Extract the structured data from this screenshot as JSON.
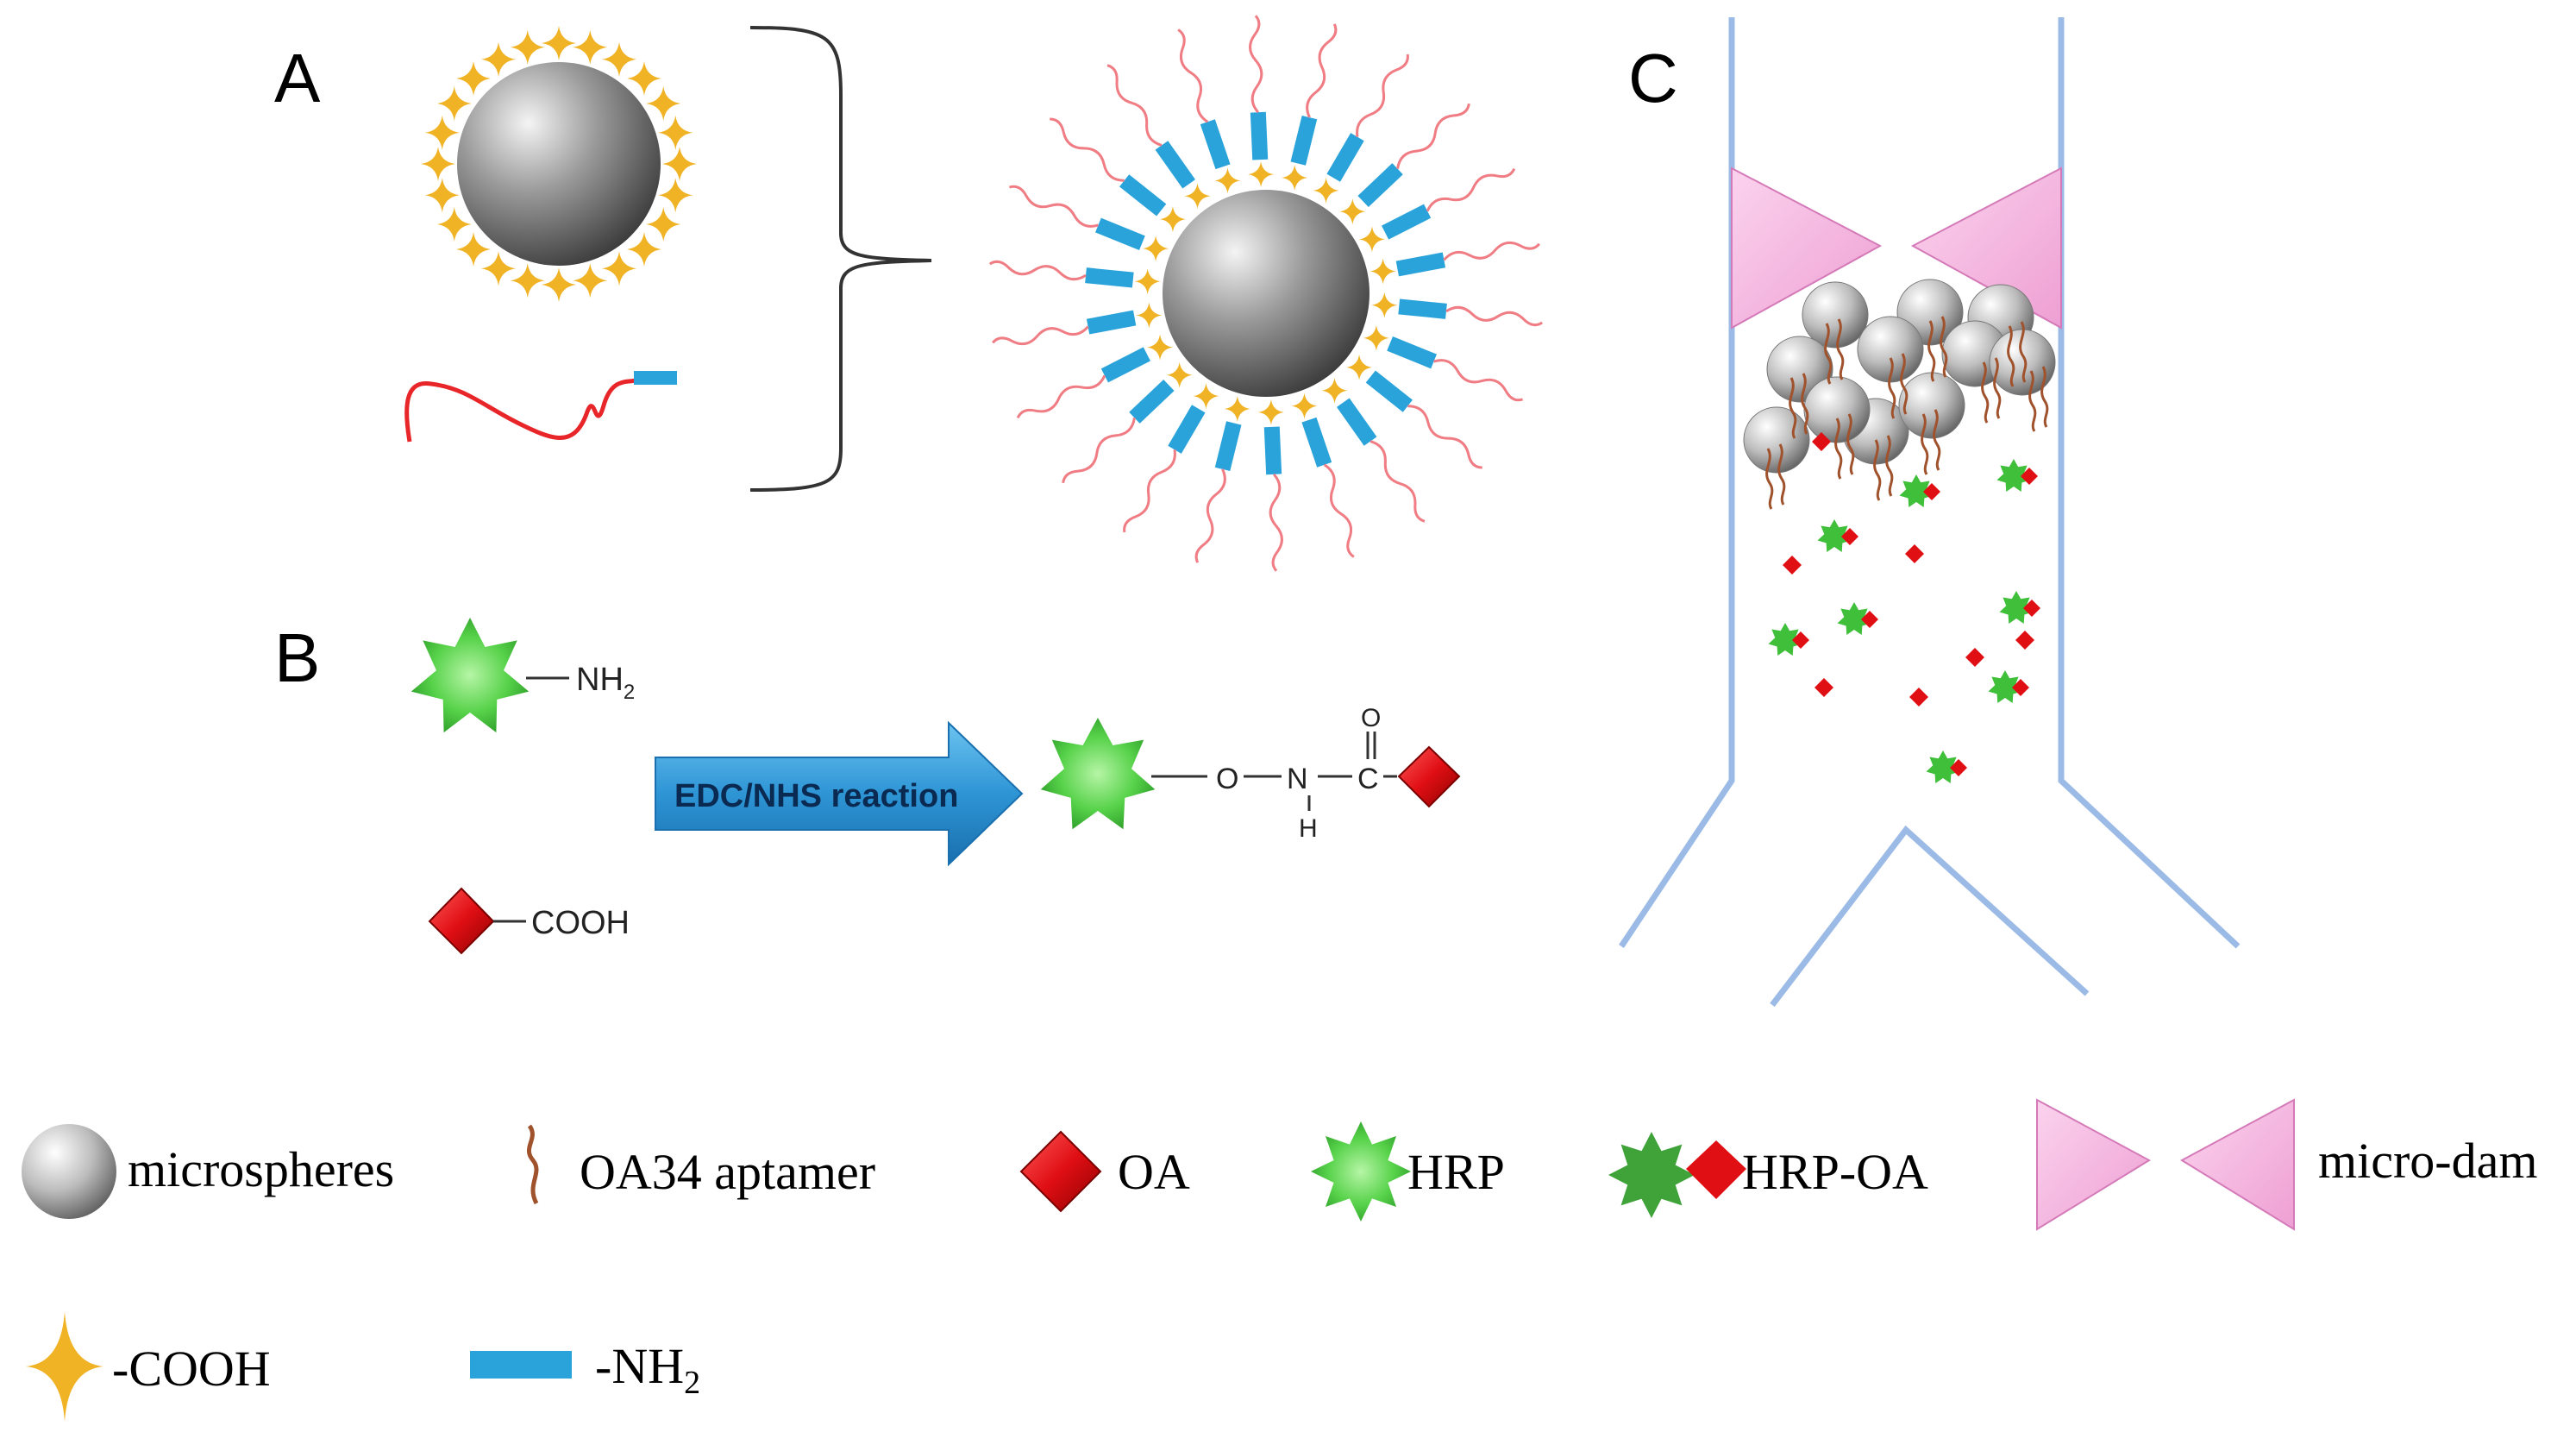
{
  "panels": {
    "a": {
      "label": "A"
    },
    "b": {
      "label": "B"
    },
    "c": {
      "label": "C"
    }
  },
  "reaction": {
    "reactant_amine_group": "NH",
    "reactant_acid_group": "COOH",
    "arrow_label": "EDC/NHS reaction",
    "product_atoms": {
      "o": "O",
      "n": "N",
      "c": "C",
      "carbonyl_o": "O",
      "h": "H"
    }
  },
  "subscript_2": "2",
  "legend": {
    "items": [
      {
        "icon": "microsphere-icon",
        "label": "microspheres"
      },
      {
        "icon": "aptamer-icon",
        "label": "OA34 aptamer"
      },
      {
        "icon": "oa-diamond-icon",
        "label": "OA"
      },
      {
        "icon": "hrp-star-icon",
        "label": "HRP"
      },
      {
        "icon": "hrp-oa-conjugate-icon",
        "label": "HRP-OA"
      },
      {
        "icon": "micro-dam-icon",
        "label": "micro-dam"
      },
      {
        "icon": "cooh-spark-icon",
        "label": "-COOH"
      },
      {
        "icon": "amine-bar-icon",
        "label": "-NH"
      }
    ]
  },
  "colors": {
    "sphere_light": "#f4f4f4",
    "sphere_dark": "#3c3c3c",
    "cooh_spark": "#f0b325",
    "amine_bar": "#2aa3db",
    "ssdna_strand": "#e8262a",
    "aptamer": "#a0522d",
    "oa_red": "#e00f14",
    "hrp_green": "#3fbf3a",
    "dam_pink": "#f4b0dc",
    "channel_blue": "#9bbbe6",
    "arrow_blue": "#2e95d5"
  }
}
